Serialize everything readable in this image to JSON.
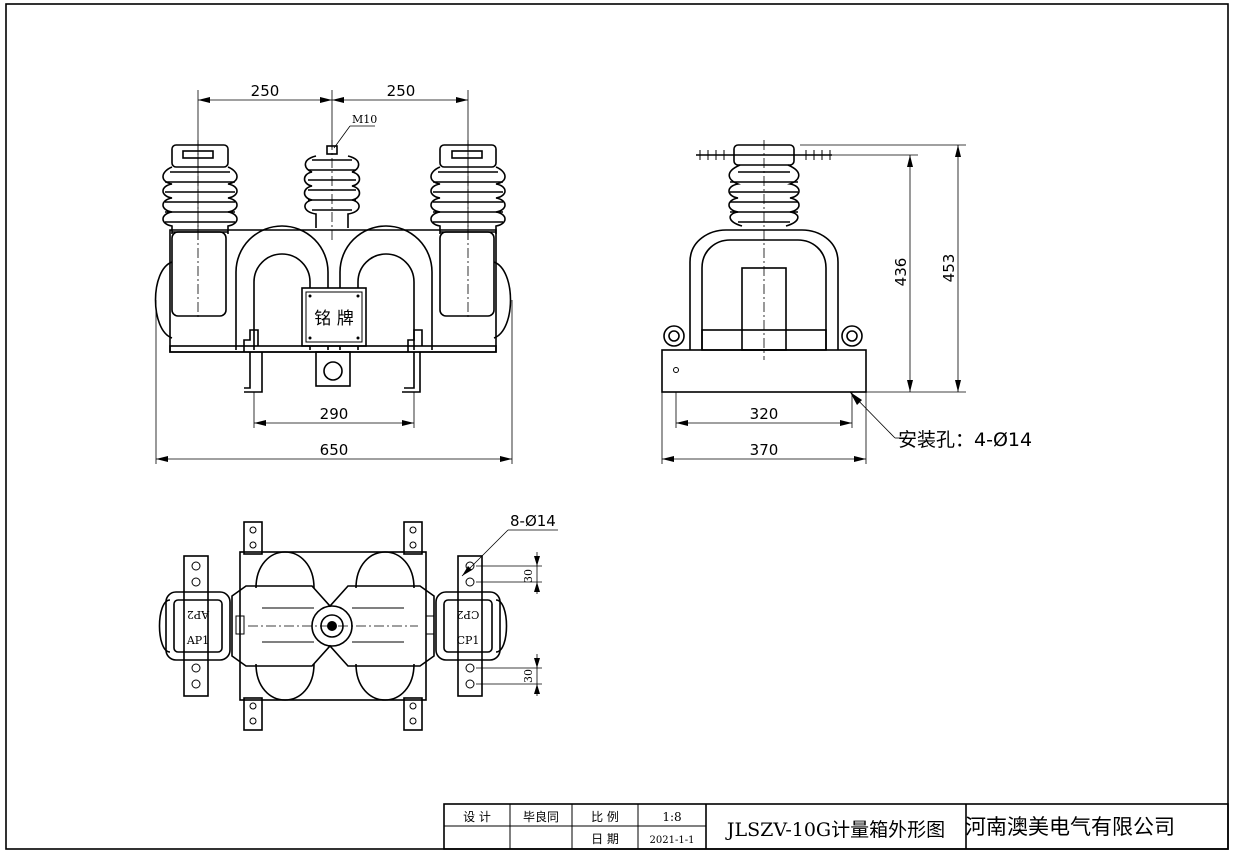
{
  "front_view": {
    "dim_left": "250",
    "dim_right": "250",
    "bolt_label": "M10",
    "plate_label": "铭 牌",
    "dim_mount": "290",
    "dim_width": "650"
  },
  "side_view": {
    "dim_h1": "436",
    "dim_h2": "453",
    "dim_mount": "320",
    "dim_width": "370",
    "hole_note": "安装孔：4-Ø14"
  },
  "top_view": {
    "hole_note": "8-Ø14",
    "dim_top": "30",
    "dim_bottom": "30",
    "terminal_ap2": "AP2",
    "terminal_ap1": "AP1",
    "terminal_cp2": "CP2",
    "terminal_cp1": "CP1"
  },
  "title_block": {
    "design_label": "设 计",
    "designer": "毕良同",
    "scale_label": "比 例",
    "scale": "1:8",
    "date_label": "日 期",
    "date": "2021-1-1",
    "drawing_title": "JLSZV-10G计量箱外形图",
    "company": "河南澳美电气有限公司"
  }
}
